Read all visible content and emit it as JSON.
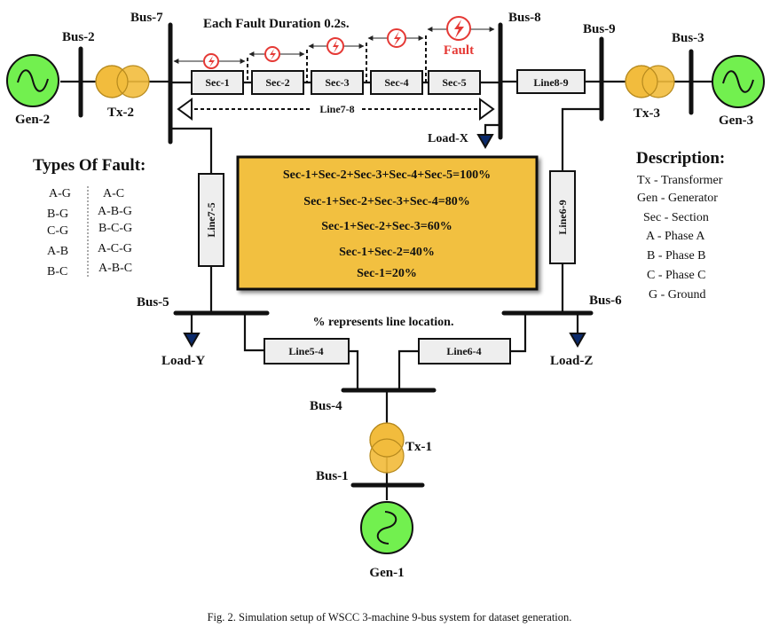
{
  "title": "Each Fault Duration 0.2s.",
  "buses": {
    "bus1": "Bus-1",
    "bus2": "Bus-2",
    "bus3": "Bus-3",
    "bus4": "Bus-4",
    "bus5": "Bus-5",
    "bus6": "Bus-6",
    "bus7": "Bus-7",
    "bus8": "Bus-8",
    "bus9": "Bus-9"
  },
  "generators": {
    "gen1": "Gen-1",
    "gen2": "Gen-2",
    "gen3": "Gen-3"
  },
  "transformers": {
    "tx1": "Tx-1",
    "tx2": "Tx-2",
    "tx3": "Tx-3"
  },
  "loads": {
    "x": "Load-X",
    "y": "Load-Y",
    "z": "Load-Z"
  },
  "lines": {
    "l78": "Line7-8",
    "l89": "Line8-9",
    "l75": "Line7-5",
    "l69": "Line6-9",
    "l54": "Line5-4",
    "l64": "Line6-4"
  },
  "sections": [
    "Sec-1",
    "Sec-2",
    "Sec-3",
    "Sec-4",
    "Sec-5"
  ],
  "fault_label": "Fault",
  "colors": {
    "generator": "#72f04f",
    "transformer": "#f2bc3d",
    "fault": "#e53935",
    "location_box": "#f2c040",
    "load": "#0b2a6b"
  },
  "fault_types": {
    "heading": "Types Of Fault:",
    "col1": [
      "A-G",
      "B-G",
      "C-G",
      "A-B",
      "B-C"
    ],
    "col2": [
      "A-C",
      "A-B-G",
      "B-C-G",
      "A-C-G",
      "A-B-C"
    ]
  },
  "location_box": [
    "Sec-1+Sec-2+Sec-3+Sec-4+Sec-5=100%",
    "Sec-1+Sec-2+Sec-3+Sec-4=80%",
    "Sec-1+Sec-2+Sec-3=60%",
    "Sec-1+Sec-2=40%",
    "Sec-1=20%"
  ],
  "location_note": "% represents line location.",
  "description": {
    "heading": "Description:",
    "items": [
      "Tx - Transformer",
      "Gen - Generator",
      "Sec - Section",
      "A - Phase A",
      "B - Phase B",
      "C - Phase C",
      "G - Ground"
    ]
  },
  "caption": "Fig. 2. Simulation setup of WSCC 3-machine 9-bus system for dataset generation."
}
